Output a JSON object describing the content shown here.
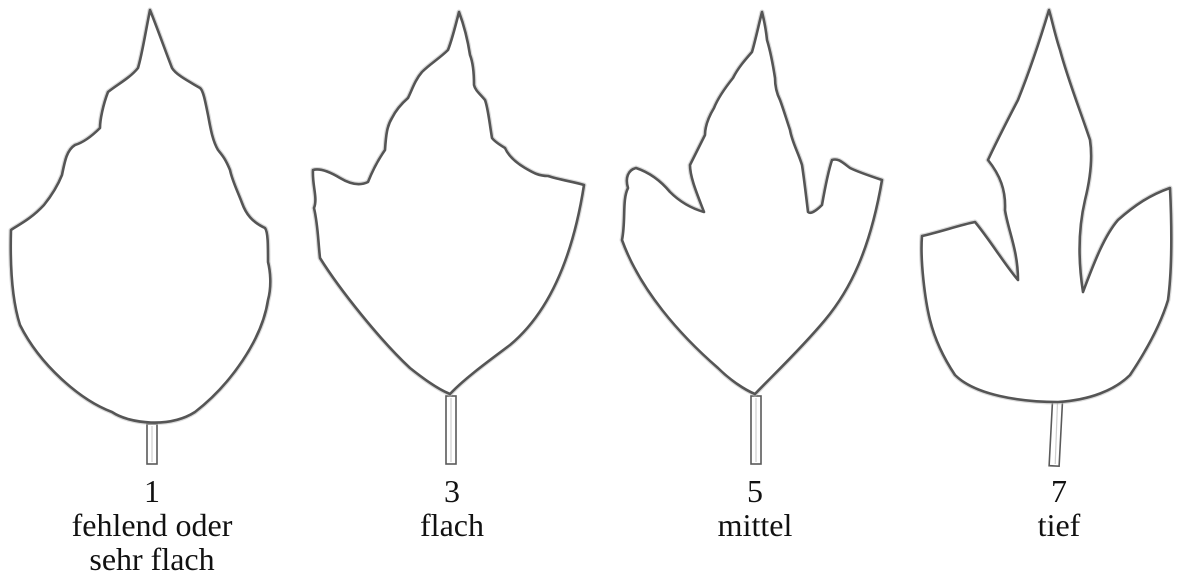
{
  "leaves": [
    {
      "score": "1",
      "label_lines": [
        "fehlend oder",
        "sehr flach"
      ],
      "icon": "leaf-shallow-lobed"
    },
    {
      "score": "3",
      "label_lines": [
        "flach"
      ],
      "icon": "leaf-flat-lobed"
    },
    {
      "score": "5",
      "label_lines": [
        "mittel"
      ],
      "icon": "leaf-medium-lobed"
    },
    {
      "score": "7",
      "label_lines": [
        "tief"
      ],
      "icon": "leaf-deep-lobed"
    }
  ],
  "colors": {
    "outline": "#555555",
    "fill": "#ffffff",
    "text": "#111111"
  }
}
